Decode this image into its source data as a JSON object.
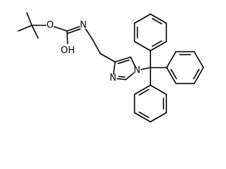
{
  "molecule": {
    "atoms": [
      {
        "id": "Cme1",
        "label": ""
      },
      {
        "id": "Cme2",
        "label": ""
      },
      {
        "id": "Cme3",
        "label": ""
      },
      {
        "id": "Cq",
        "label": ""
      },
      {
        "id": "Oe",
        "label": "O"
      },
      {
        "id": "Cc",
        "label": ""
      },
      {
        "id": "Ooh",
        "label": "OH"
      },
      {
        "id": "Nh",
        "label": "N"
      },
      {
        "id": "Ca",
        "label": ""
      },
      {
        "id": "Cb",
        "label": ""
      },
      {
        "id": "C4",
        "label": ""
      },
      {
        "id": "C5",
        "label": ""
      },
      {
        "id": "N1",
        "label": "N"
      },
      {
        "id": "C2",
        "label": ""
      },
      {
        "id": "N3",
        "label": "N"
      },
      {
        "id": "Ct",
        "label": ""
      }
    ],
    "bonds": [
      {
        "from": "Cq",
        "to": "Cme1",
        "order": 1
      },
      {
        "from": "Cq",
        "to": "Cme2",
        "order": 1
      },
      {
        "from": "Cq",
        "to": "Cme3",
        "order": 1
      },
      {
        "from": "Cq",
        "to": "Oe",
        "order": 1
      },
      {
        "from": "Oe",
        "to": "Cc",
        "order": 1
      },
      {
        "from": "Cc",
        "to": "Ooh",
        "order": 1
      },
      {
        "from": "Cc",
        "to": "Nh",
        "order": 2
      },
      {
        "from": "Nh",
        "to": "Ca",
        "order": 1
      },
      {
        "from": "Ca",
        "to": "Cb",
        "order": 1
      },
      {
        "from": "Cb",
        "to": "C4",
        "order": 1
      },
      {
        "from": "C4",
        "to": "C5",
        "order": 2
      },
      {
        "from": "C5",
        "to": "N1",
        "order": 1
      },
      {
        "from": "N1",
        "to": "C2",
        "order": 1
      },
      {
        "from": "C2",
        "to": "N3",
        "order": 2
      },
      {
        "from": "N3",
        "to": "C4",
        "order": 1
      },
      {
        "from": "N1",
        "to": "Ct",
        "order": 1
      }
    ],
    "phenyl_rings": 3
  }
}
